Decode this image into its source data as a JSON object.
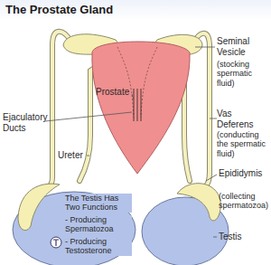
{
  "diagram": {
    "title": "The Prostate Gland",
    "labels": [
      "Seminal Vesicle",
      "(stocking spermatic fluid)",
      "Prostate",
      "Ejaculatory Ducts",
      "Vas Deferens",
      "(conducting the spermatic fluid)",
      "Ureter",
      "The Testis Has Two Functions",
      "- Producing Spermatozoa",
      "- Producing Testosterone",
      "Epididymis",
      "(collecting spermatozoa)",
      "Testis"
    ]
  }
}
